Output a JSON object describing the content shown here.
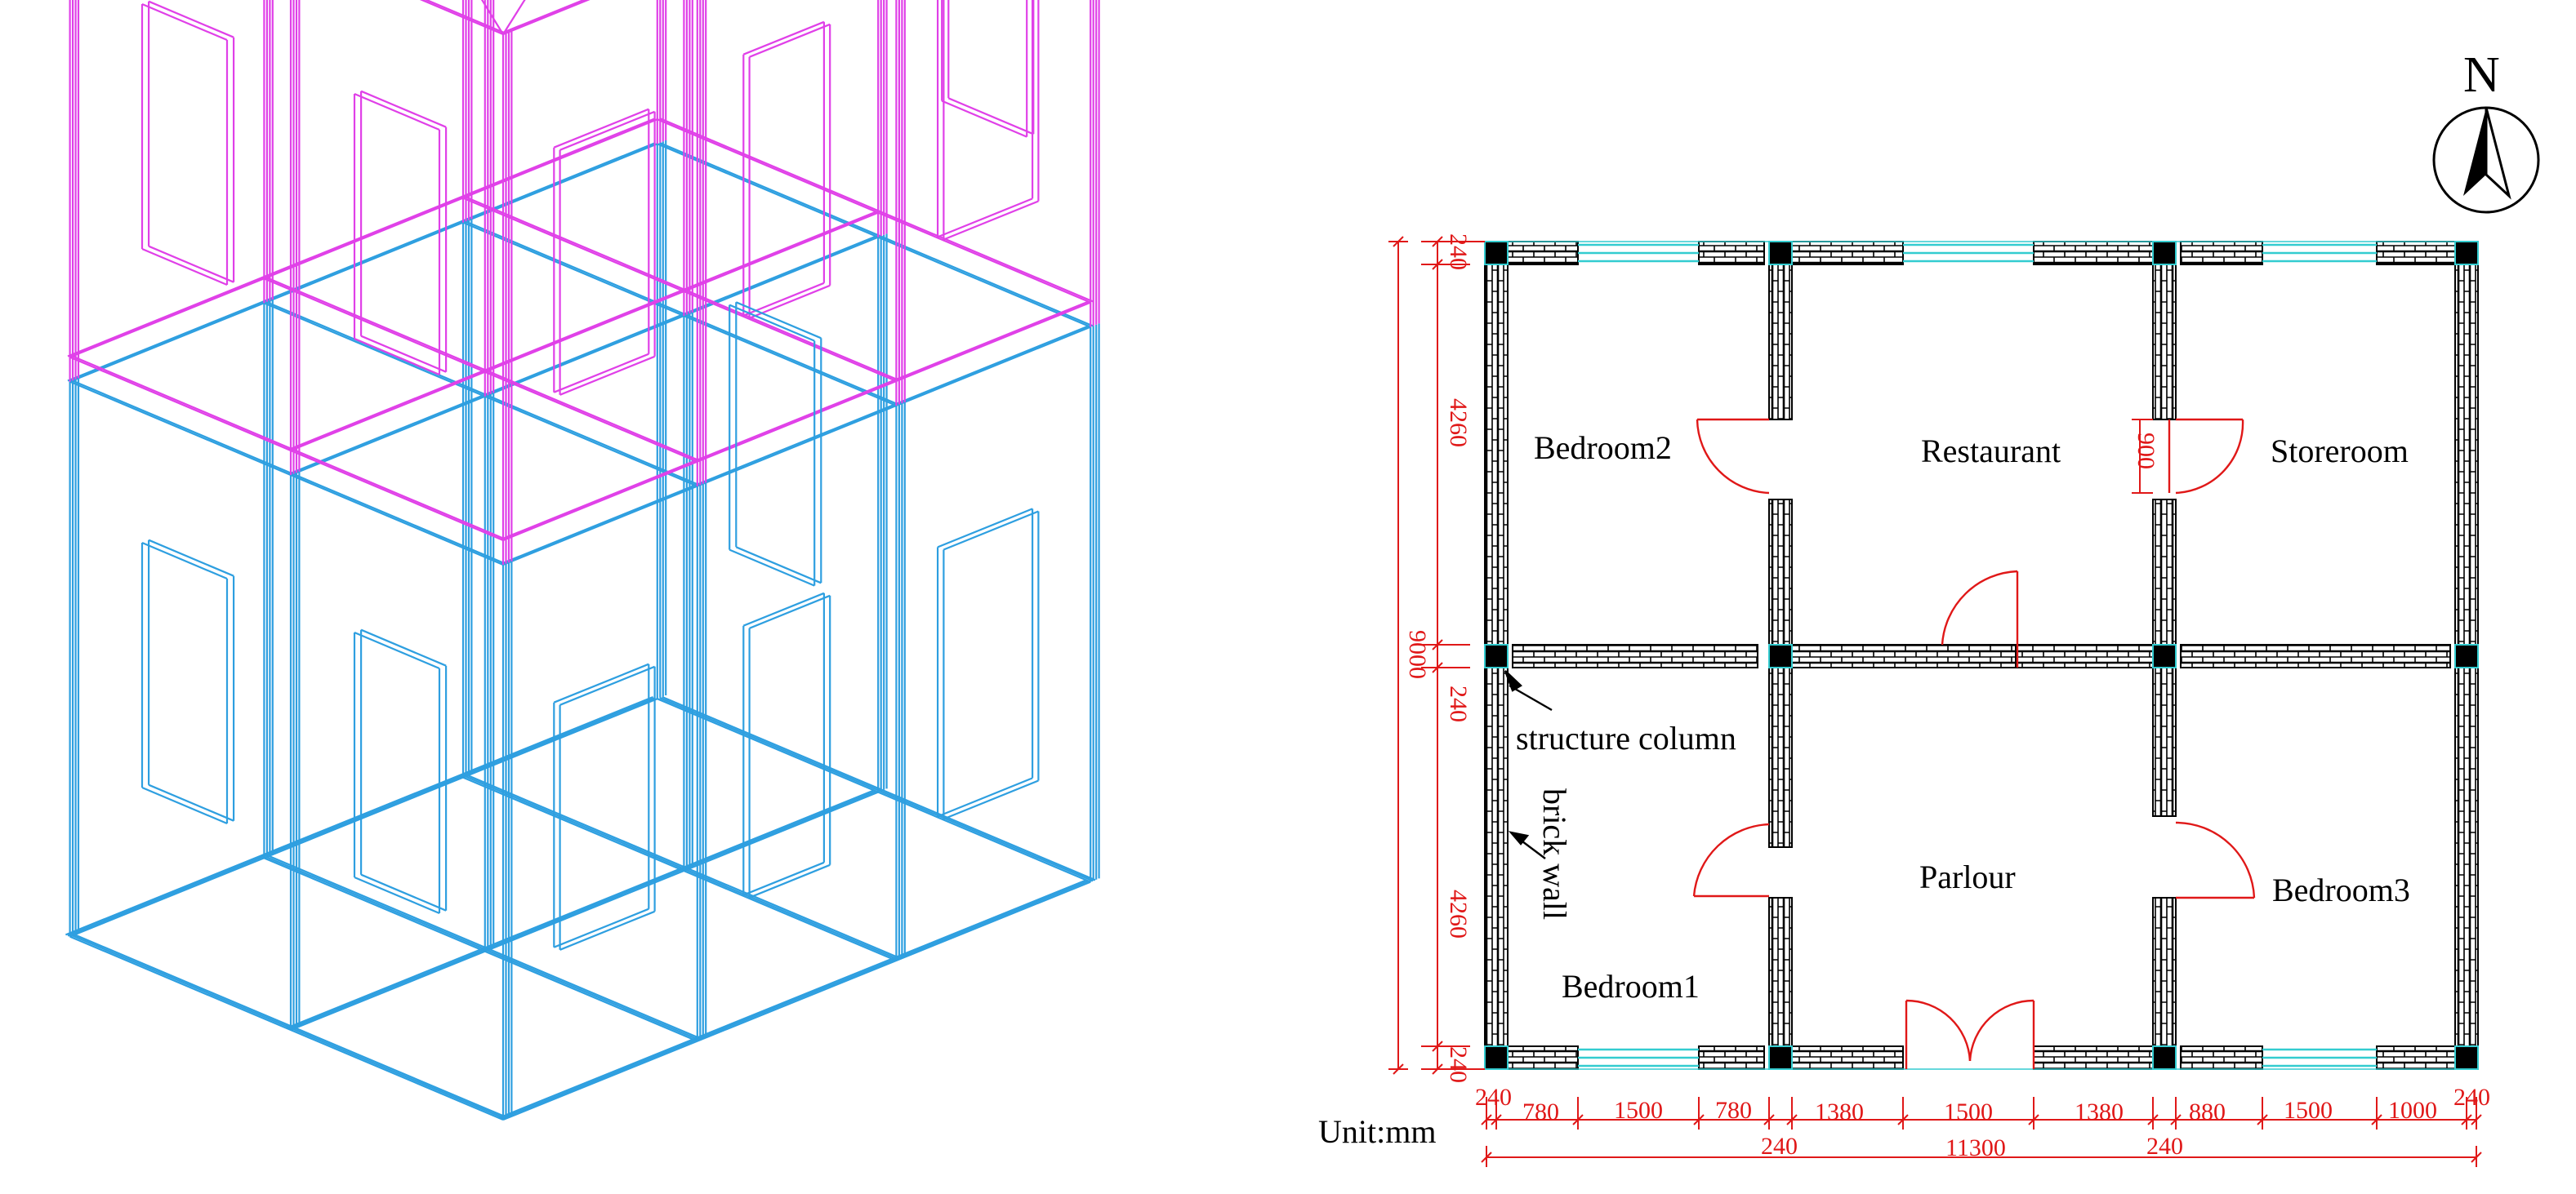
{
  "colors": {
    "upper_frame": "#e040e8",
    "lower_frame": "#2e9fe0",
    "dimension": "#e01818",
    "glass": "#33ccd0",
    "wall": "#000000",
    "brick_fill": "#ffffff"
  },
  "icons": [
    "north-arrow-icon"
  ],
  "compass": {
    "letter": "N"
  },
  "rooms": {
    "bedroom2": "Bedroom2",
    "restaurant": "Restaurant",
    "storeroom": "Storeroom",
    "parlour": "Parlour",
    "bedroom3": "Bedroom3",
    "bedroom1": "Bedroom1"
  },
  "annotations": {
    "structure_column": "structure column",
    "brick_wall": "brick wall",
    "unit": "Unit:mm"
  },
  "dimensions": {
    "top": [
      "240",
      "780",
      "1500",
      "780",
      "1380",
      "1500",
      "1380",
      "880",
      "1500",
      "1000",
      "240"
    ],
    "bottom_total": "11300",
    "bottom_240_left": "240",
    "bottom_240_right": "240",
    "left_total": "9000",
    "left_parts": [
      "240",
      "4260",
      "240",
      "4260",
      "240"
    ],
    "door_900": "900"
  }
}
